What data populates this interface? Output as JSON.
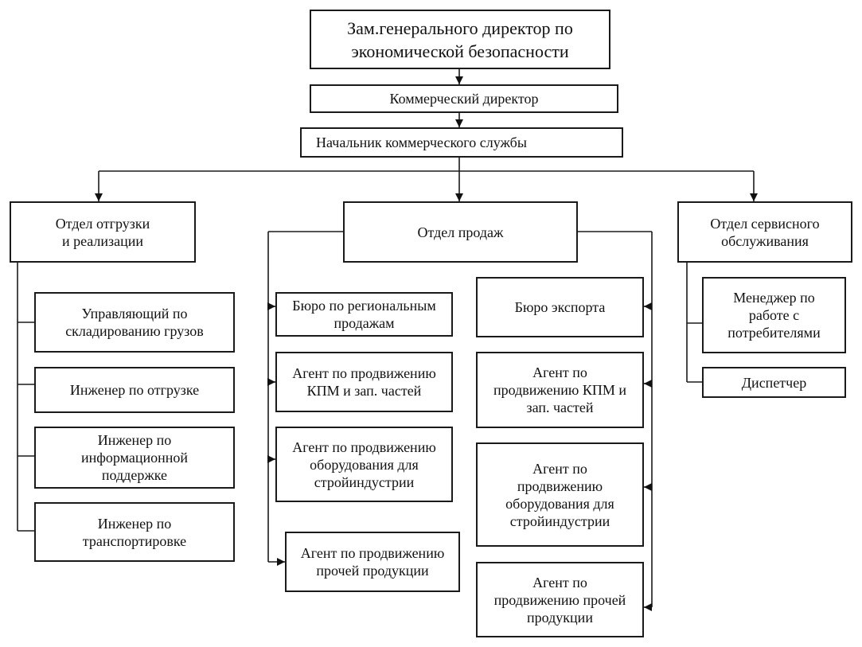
{
  "diagram": {
    "top_executive": "Зам.генерального директор по\nэкономической безопасности",
    "commercial_director": "Коммерческий директор",
    "commercial_service_head": "Начальник коммерческого службы",
    "departments": {
      "shipping": {
        "title": "Отдел отгрузки\nи реализации",
        "units": [
          "Управляющий по\nскладированию грузов",
          "Инженер по отгрузке",
          "Инженер по\nинформационной\nподдержке",
          "Инженер по\nтранспортировке"
        ]
      },
      "sales": {
        "title": "Отдел продаж",
        "left_units": [
          "Бюро по региональным\nпродажам",
          "Агент по продвижению\nКПМ и зап. частей",
          "Агент по продвижению\nоборудования для\nстройиндустрии",
          "Агент по продвижению\nпрочей продукции"
        ],
        "right_units": [
          "Бюро экспорта",
          "Агент по\nпродвижению КПМ и\nзап. частей",
          "Агент по\nпродвижению\nоборудования для\nстройиндустрии",
          "Агент по\nпродвижению прочей\nпродукции"
        ]
      },
      "service": {
        "title": "Отдел сервисного\nобслуживания",
        "units": [
          "Менеджер по\nработе с\nпотребителями",
          "Диспетчер"
        ]
      }
    }
  }
}
